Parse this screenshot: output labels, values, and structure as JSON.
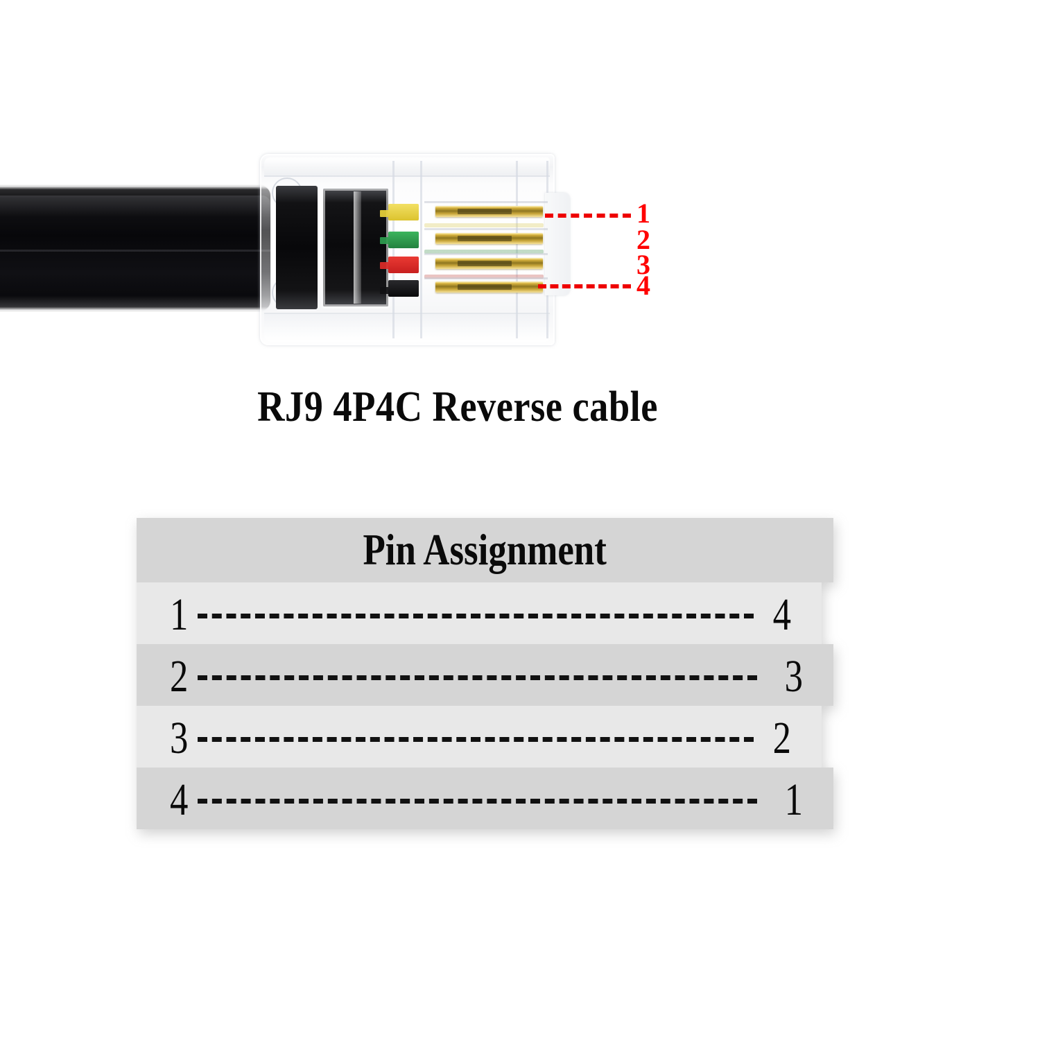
{
  "caption": {
    "text": "RJ9 4P4C Reverse cable"
  },
  "photo": {
    "subject": "rj9-4p4c-connector-photo",
    "cable_color": "#0a0a0c",
    "housing": "transparent",
    "callout_color": "#ff0000",
    "conductors": [
      {
        "pin": "1",
        "color_name": "yellow",
        "hex": "#e8d13a"
      },
      {
        "pin": "2",
        "color_name": "green",
        "hex": "#2f9e4f"
      },
      {
        "pin": "3",
        "color_name": "red",
        "hex": "#dc2b28"
      },
      {
        "pin": "4",
        "color_name": "black",
        "hex": "#101012"
      }
    ],
    "pin_callouts": [
      {
        "label": "1",
        "has_dash_line": true
      },
      {
        "label": "2",
        "has_dash_line": false
      },
      {
        "label": "3",
        "has_dash_line": false
      },
      {
        "label": "4",
        "has_dash_line": true
      }
    ]
  },
  "table": {
    "title": "Pin Assignment",
    "header_bg": "#d5d5d5",
    "row_bg_odd": "#e8e8e8",
    "row_bg_even": "#d5d5d5",
    "rows": [
      {
        "left": "1",
        "right": "4"
      },
      {
        "left": "2",
        "right": "3"
      },
      {
        "left": "3",
        "right": "2"
      },
      {
        "left": "4",
        "right": "1"
      }
    ]
  }
}
